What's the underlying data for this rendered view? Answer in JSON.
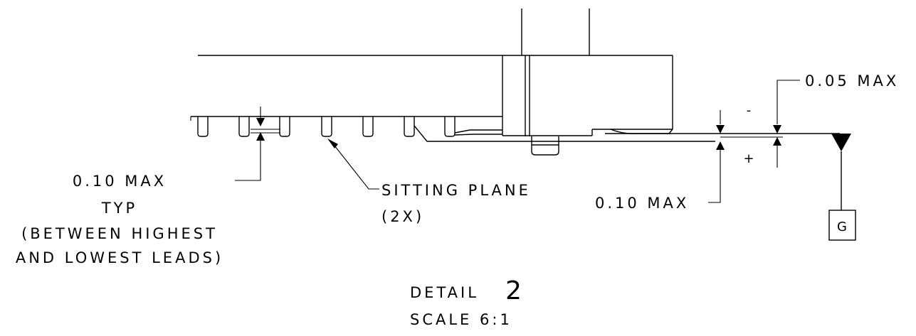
{
  "annotations": {
    "max_005": "0.05 MAX",
    "max_010_right": "0.10 MAX",
    "max_010_left": "0.10 MAX",
    "typ": "TYP",
    "between_line1": "(BETWEEN HIGHEST",
    "between_line2": "AND LOWEST LEADS)",
    "sitting_plane": "SITTING PLANE",
    "sitting_plane_count": "(2X)",
    "minus_sign": "-",
    "plus_sign": "+",
    "datum": "G"
  },
  "detail": {
    "label": "DETAIL",
    "number": "2",
    "scale": "SCALE  6:1"
  }
}
